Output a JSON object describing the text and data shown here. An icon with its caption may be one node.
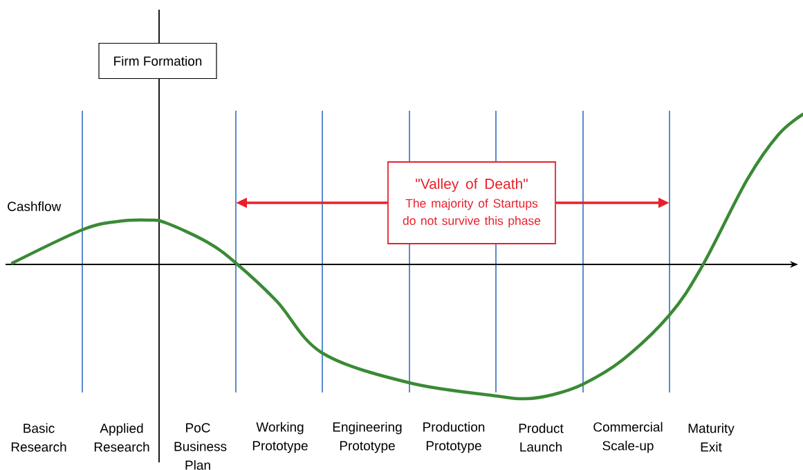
{
  "diagram": {
    "nodes": [
      {
        "text": [
          "Firm Formation"
        ]
      },
      {
        "text": [
          "\"Valley of Death\"",
          "The majority of Startups do not survive this phase"
        ]
      }
    ],
    "edges": [
      {
        "from": 1,
        "to": null,
        "arrow": "to",
        "color": "#e8202a"
      },
      {
        "from": 1,
        "to": null,
        "arrow": "to",
        "color": "#e8202a"
      }
    ],
    "labels": [
      "Cashflow",
      "Basic Research",
      "Applied Research",
      "PoC Business Plan",
      "Working Prototype",
      "Engineering Prototype",
      "Production Prototype",
      "Product Launch",
      "Commercial Scale-up",
      "Maturity Exit"
    ]
  }
}
